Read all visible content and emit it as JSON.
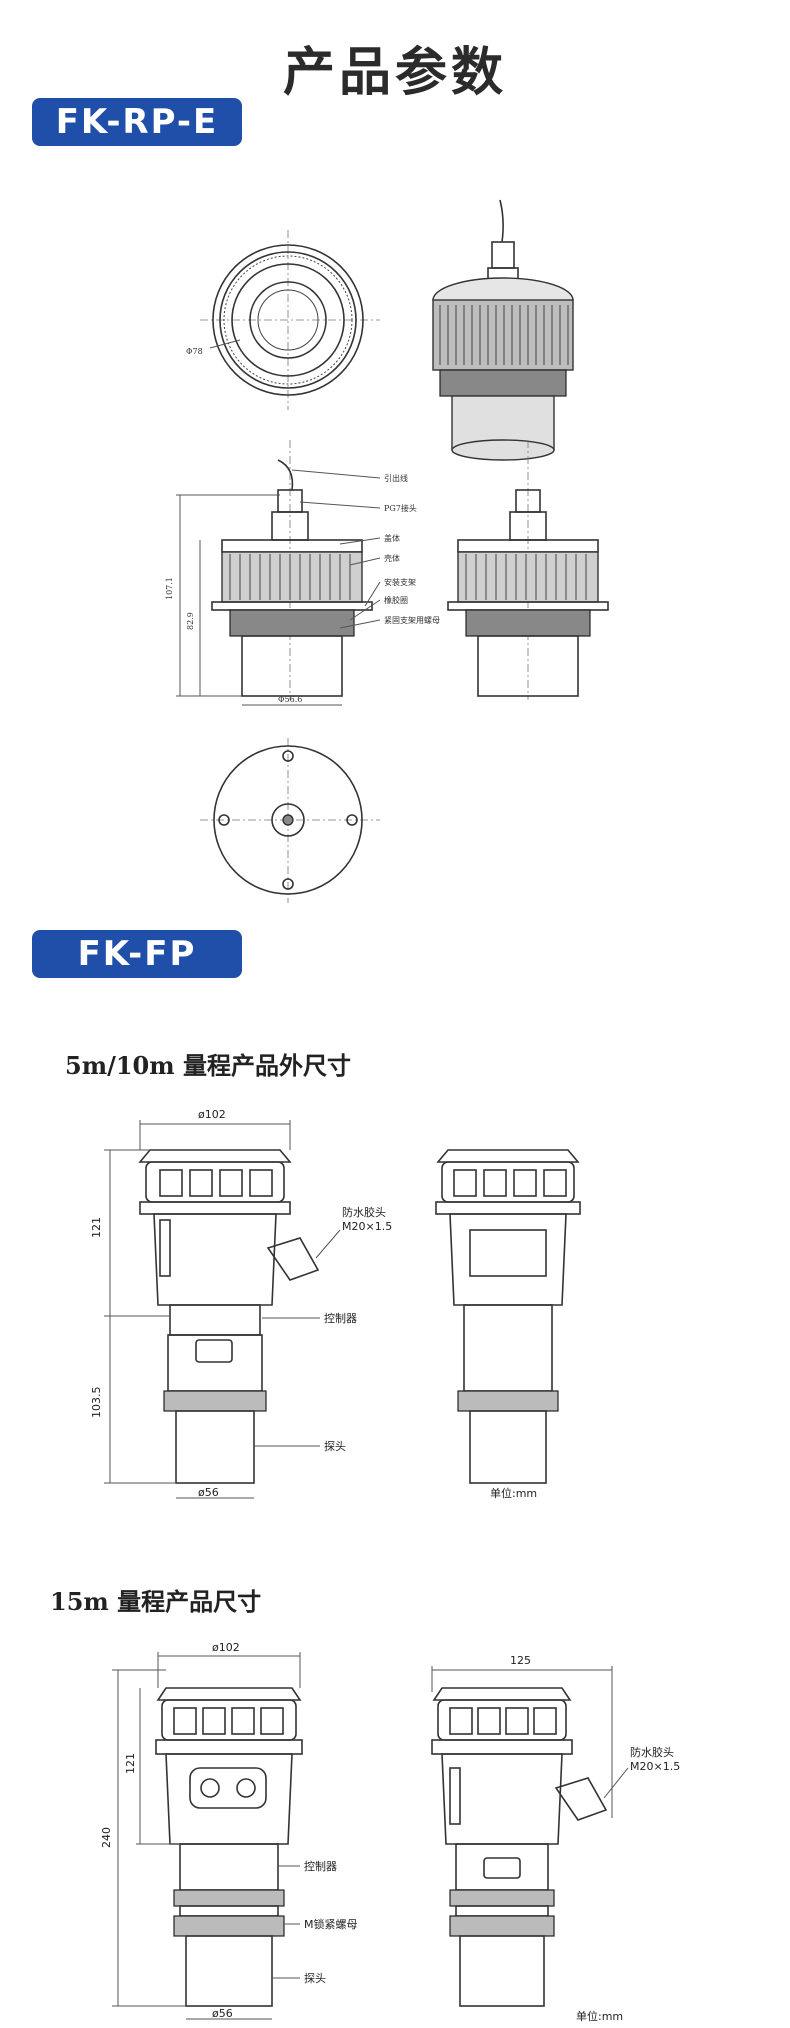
{
  "page": {
    "title": "产品参数"
  },
  "sections": [
    {
      "badge": "FK-RP-E"
    },
    {
      "badge": "FK-FP"
    }
  ],
  "rp_drawing": {
    "diameter_top": "Φ78",
    "height_total": "107.1",
    "height_body": "82.9",
    "diameter_bottom": "Φ56.6",
    "callouts": [
      "引出线",
      "PG7接头",
      "盖体",
      "壳体",
      "安装支架",
      "橡胶圈",
      "紧固支架用螺母"
    ]
  },
  "fp_small": {
    "heading": "5m/10m 量程产品外尺寸",
    "diameter_top": "ø102",
    "height_top": "121",
    "height_bottom": "103.5",
    "diameter_bottom": "ø56",
    "callout_gland_1": "防水胶头",
    "callout_gland_2": "M20×1.5",
    "callout_controller": "控制器",
    "callout_probe": "探头",
    "unit": "单位:mm"
  },
  "fp_large": {
    "heading": "15m 量程产品尺寸",
    "diameter_top": "ø102",
    "height_top": "121",
    "height_total": "240",
    "diameter_bottom": "ø56",
    "width_side": "125",
    "callout_gland_1": "防水胶头",
    "callout_gland_2": "M20×1.5",
    "callout_controller": "控制器",
    "callout_nut": "M锁紧螺母",
    "callout_probe": "探头",
    "unit": "单位:mm"
  }
}
